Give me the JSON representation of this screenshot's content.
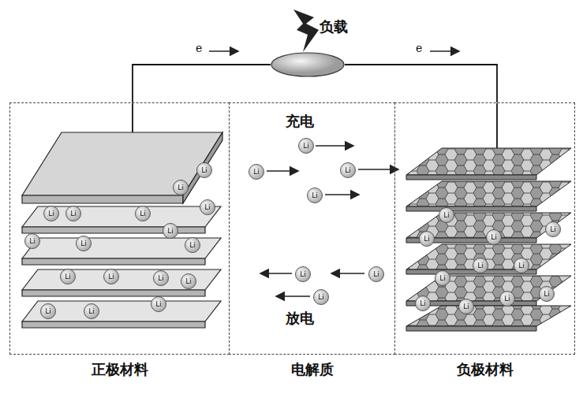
{
  "diagram": {
    "nodes": [
      {
        "text": [
          "负载"
        ]
      },
      {
        "text": [
          "正极材料"
        ]
      },
      {
        "text": [
          "Li"
        ],
        "in": 1
      },
      {
        "text": [
          "Li"
        ],
        "in": 1
      },
      {
        "text": [
          "Li"
        ],
        "in": 1
      },
      {
        "text": [
          "Li"
        ],
        "in": 1
      },
      {
        "text": [
          "Li"
        ],
        "in": 1
      },
      {
        "text": [
          "Li"
        ],
        "in": 1
      },
      {
        "text": [
          "Li"
        ],
        "in": 1
      },
      {
        "text": [
          "Li"
        ],
        "in": 1
      },
      {
        "text": [
          "Li"
        ],
        "in": 1
      },
      {
        "text": [
          "Li"
        ],
        "in": 1
      },
      {
        "text": [
          "Li"
        ],
        "in": 1
      },
      {
        "text": [
          "Li"
        ],
        "in": 1
      },
      {
        "text": [
          "Li"
        ],
        "in": 1
      },
      {
        "text": [
          "Li"
        ],
        "in": 1
      },
      {
        "text": [
          "Li"
        ],
        "in": 1
      },
      {
        "text": [
          "Li"
        ],
        "in": 1
      },
      {
        "text": [
          "Li"
        ],
        "in": 1
      },
      {
        "text": [
          "电解质"
        ]
      },
      {
        "text": [
          "Li"
        ],
        "in": 19
      },
      {
        "text": [
          "Li"
        ],
        "in": 19
      },
      {
        "text": [
          "Li"
        ],
        "in": 19
      },
      {
        "text": [
          "Li"
        ],
        "in": 19
      },
      {
        "text": [
          "Li"
        ],
        "in": 19
      },
      {
        "text": [
          "Li"
        ],
        "in": 19
      },
      {
        "text": [
          "Li"
        ],
        "in": 19
      },
      {
        "text": [
          "负极材料"
        ]
      },
      {
        "text": [
          "Li"
        ],
        "in": 27
      },
      {
        "text": [
          "Li"
        ],
        "in": 27
      },
      {
        "text": [
          "Li"
        ],
        "in": 27
      },
      {
        "text": [
          "Li"
        ],
        "in": 27
      },
      {
        "text": [
          "Li"
        ],
        "in": 27
      },
      {
        "text": [
          "Li"
        ],
        "in": 27
      },
      {
        "text": [
          "Li"
        ],
        "in": 27
      },
      {
        "text": [
          "Li"
        ],
        "in": 27
      },
      {
        "text": [
          "Li"
        ],
        "in": 27
      },
      {
        "text": [
          "Li"
        ],
        "in": 27
      },
      {
        "text": [
          "Li"
        ],
        "in": 27
      }
    ],
    "edges": [
      {
        "from": 1,
        "to": 0,
        "arrow": "none"
      },
      {
        "from": 0,
        "to": 27,
        "arrow": "none"
      }
    ],
    "labels": [
      "e",
      "e",
      "充电",
      "放电"
    ]
  }
}
